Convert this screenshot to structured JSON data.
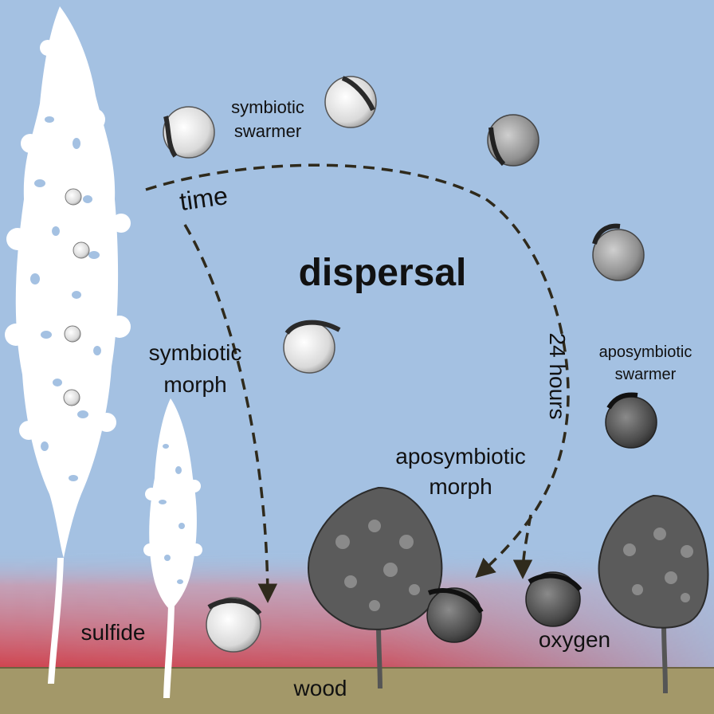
{
  "diagram": {
    "center_label": "dispersal",
    "time_label": "time",
    "duration_label": "24 hours",
    "labels": {
      "symbiotic_swarmer": [
        "symbiotic",
        "swarmer"
      ],
      "symbiotic_morph": [
        "symbiotic",
        "morph"
      ],
      "aposymbiotic_swarmer": [
        "aposymbiotic",
        "swarmer"
      ],
      "aposymbiotic_morph": [
        "aposymbiotic",
        "morph"
      ],
      "sulfide": "sulfide",
      "oxygen": "oxygen",
      "wood": "wood"
    }
  },
  "colors": {
    "water": "#a4c1e2",
    "sulfide": "#d9343a",
    "wood": "#a39869",
    "arrow": "#2f2a1c",
    "symbiotic_colony": "#ffffff",
    "aposymbiotic_colony": "#555555"
  },
  "icons": {
    "swarmer": "swarmer-cell-icon",
    "symbiotic_colony": "white-colony-icon",
    "aposymbiotic_colony": "dark-colony-icon"
  }
}
